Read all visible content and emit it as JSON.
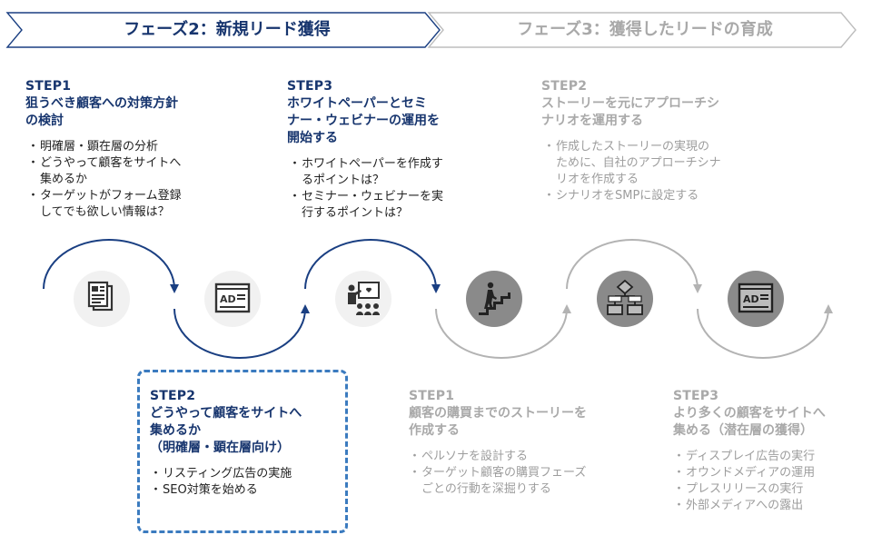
{
  "phases": [
    {
      "label": "フェーズ2：新規リード獲得",
      "status": "active"
    },
    {
      "label": "フェーズ3：獲得したリードの育成",
      "status": "inactive"
    }
  ],
  "steps_top": [
    {
      "num": "STEP1",
      "title": [
        "狙うべき顧客への対策方針",
        "の検討"
      ],
      "bullets": [
        "明確層・顕在層の分析",
        "どうやって顧客をサイトへ\n集めるか",
        "ターゲットがフォーム登録\nしてでも欲しい情報は？"
      ]
    },
    {
      "num": "STEP3",
      "title": [
        "ホワイトペーパーとセミ",
        "ナー・ウェビナーの運用を",
        "開始する"
      ],
      "bullets": [
        "ホワイトペーパーを作成す\nるポイントは？",
        "セミナー・ウェビナーを実\n行するポイントは？"
      ]
    },
    {
      "num": "STEP2",
      "title": [
        "ストーリーを元にアプローチシ",
        "ナリオを運用する"
      ],
      "bullets": [
        "作成したストーリーの実現の\nために、自社のアプローチシナ\nリオを作成する",
        "シナリオをSMPに設定する"
      ]
    }
  ],
  "steps_bottom": [
    {
      "num": "STEP2",
      "title": [
        "どうやって顧客をサイトへ",
        "集めるか",
        "（明確層・顕在層向け）"
      ],
      "bullets": [
        "リスティング広告の実施",
        "SEO対策を始める"
      ]
    },
    {
      "num": "STEP1",
      "title": [
        "顧客の購買までのストーリーを",
        "作成する"
      ],
      "bullets": [
        "ペルソナを設計する",
        "ターゲット顧客の購買フェーズ\nごとの行動を深掘りする"
      ]
    },
    {
      "num": "STEP3",
      "title": [
        "より多くの顧客をサイトへ",
        "集める（潜在層の獲得）"
      ],
      "bullets": [
        "ディスプレイ広告の実行",
        "オウンドメディアの運用",
        "プレスリリースの実行",
        "外部メディアへの露出"
      ]
    }
  ],
  "icons": [
    {
      "name": "documents-icon",
      "status": "active"
    },
    {
      "name": "ad-icon",
      "status": "active"
    },
    {
      "name": "presentation-icon",
      "status": "active"
    },
    {
      "name": "stairs-climb-icon",
      "status": "inactive"
    },
    {
      "name": "flowchart-icon",
      "status": "inactive"
    },
    {
      "name": "ad-icon",
      "status": "inactive"
    }
  ],
  "colors": {
    "active_arrow": "#1a3f82",
    "active_text": "#17356e",
    "inactive": "#a9a9a9",
    "dashed_box": "#3b7bbf",
    "active_icon_bg": "#f1f1f1",
    "inactive_icon_bg": "#8a8a8a"
  }
}
